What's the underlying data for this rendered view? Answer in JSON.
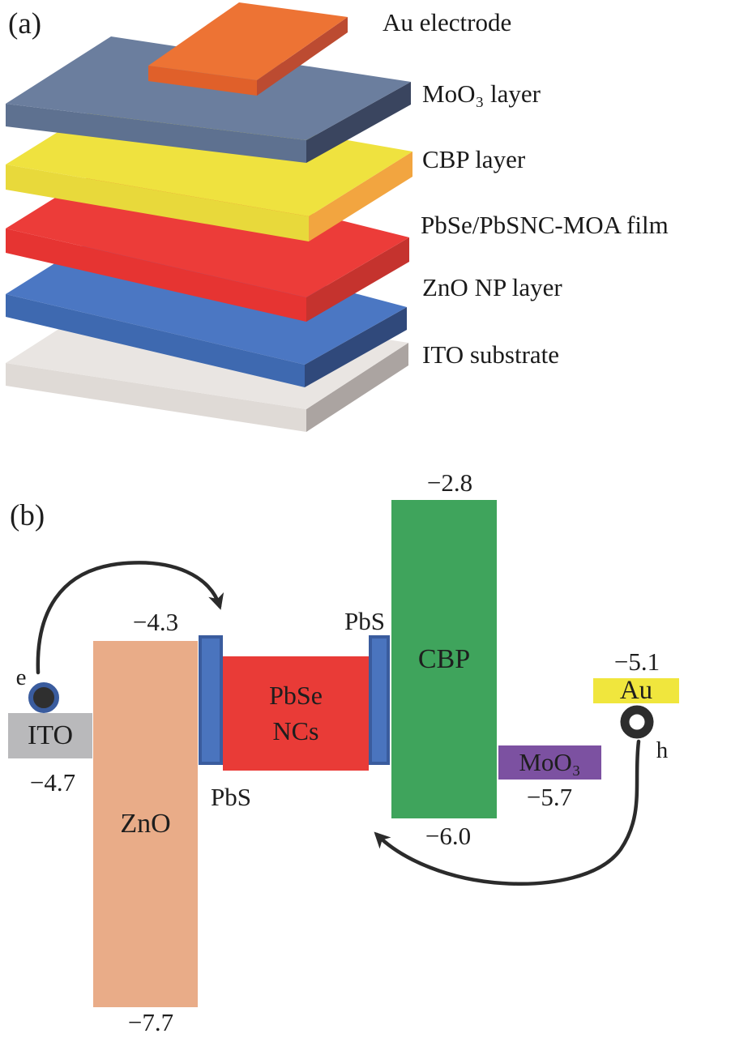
{
  "panel_a": {
    "tag": "(a)",
    "description": "device stack schematic",
    "layers": [
      {
        "key": "au_electrode",
        "label": "Au electrode",
        "top_color": "#ED7334",
        "front_color": "#E0602A",
        "side_color": "#BC4B31"
      },
      {
        "key": "moo3",
        "label": "MoO₃ layer",
        "top_color": "#6B7E9E",
        "front_color": "#5E7190",
        "side_color": "#3A455F"
      },
      {
        "key": "cbp",
        "label": "CBP layer",
        "top_color": "#EFE23F",
        "front_color": "#E8D93B",
        "side_color": "#F2A540"
      },
      {
        "key": "pbse_film",
        "label": "PbSe/PbSNC-MOA film",
        "top_color": "#EC3C39",
        "front_color": "#E63432",
        "side_color": "#C5332E"
      },
      {
        "key": "zno",
        "label": "ZnO NP layer",
        "top_color": "#4B77C3",
        "front_color": "#3E69B0",
        "side_color": "#30497B"
      },
      {
        "key": "ito",
        "label": "ITO substrate",
        "top_color": "#E9E5E2",
        "front_color": "#DFDAD6",
        "side_color": "#ABA4A1"
      }
    ]
  },
  "panel_b": {
    "tag": "(b)",
    "description": "energy level diagram",
    "electron_label": "e",
    "hole_label": "h",
    "arrow_color": "#2B2B2B",
    "bands": {
      "ito": {
        "label": "ITO",
        "energy_label": "−4.7",
        "energy_ev": -4.7,
        "color": "#B9B9BB"
      },
      "zno": {
        "label": "ZnO",
        "top_energy_label": "−4.3",
        "bottom_energy_label": "−7.7",
        "top_ev": -4.3,
        "bottom_ev": -7.7,
        "color": "#E9AC88"
      },
      "pbs_left": {
        "label": "PbS",
        "color": "#4A74BE",
        "border_color": "#3A5C9E"
      },
      "pbse": {
        "label_line1": "PbSe",
        "label_line2": "NCs",
        "color": "#E93B37"
      },
      "pbs_right": {
        "label": "PbS",
        "color": "#4A74BE",
        "border_color": "#3A5C9E"
      },
      "cbp": {
        "label": "CBP",
        "top_energy_label": "−2.8",
        "bottom_energy_label": "−6.0",
        "top_ev": -2.8,
        "bottom_ev": -6.0,
        "color": "#3FA45C"
      },
      "moo3": {
        "label": "MoO₃",
        "energy_label": "−5.7",
        "energy_ev": -5.7,
        "color": "#7C51A1"
      },
      "au": {
        "label": "Au",
        "energy_label": "−5.1",
        "energy_ev": -5.1,
        "color": "#F0E63D"
      }
    }
  }
}
